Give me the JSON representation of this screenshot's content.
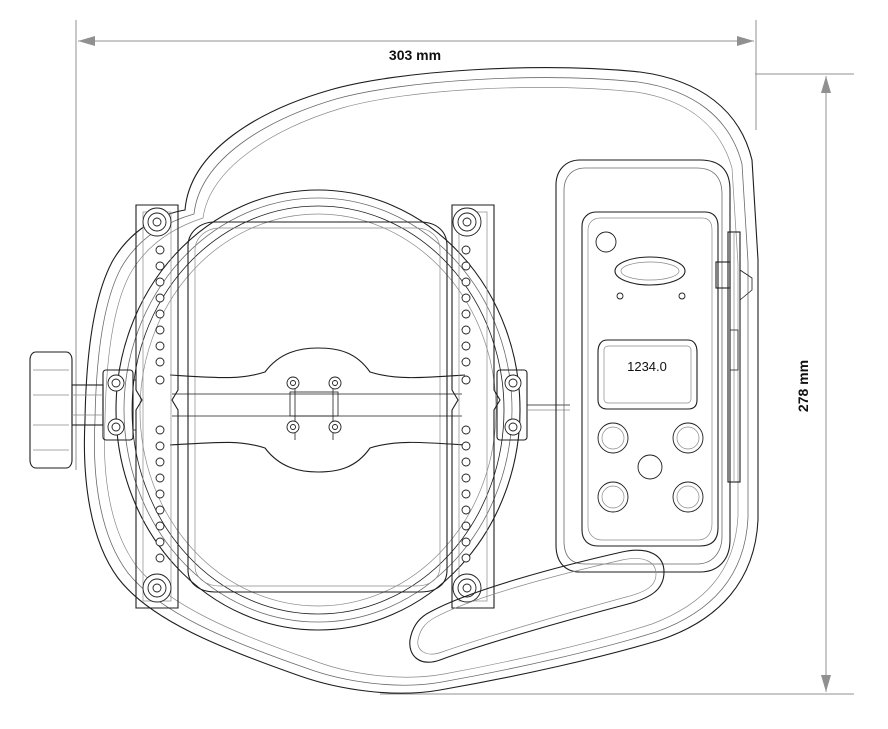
{
  "dimensions": {
    "width_label": "303 mm",
    "height_label": "278 mm"
  },
  "display": {
    "readout": "1234.0"
  },
  "colors": {
    "line": "#1e1e1e",
    "dimension_line": "#909090",
    "background": "#ffffff"
  }
}
